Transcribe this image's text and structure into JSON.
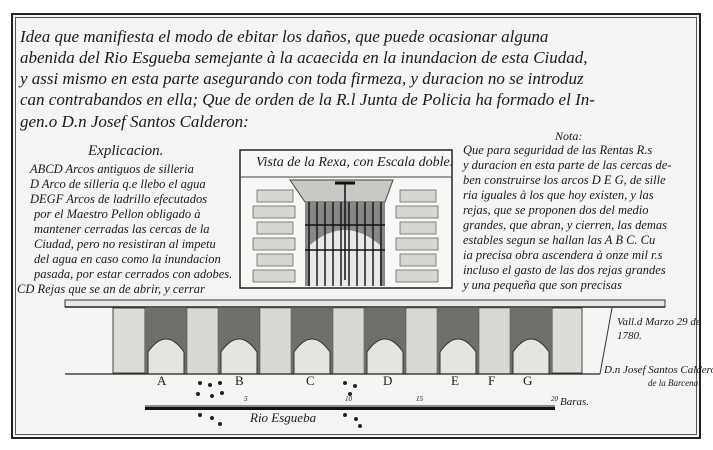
{
  "title_lines": [
    "Idea que manifiesta el modo de ebitar los daños, que puede ocasionar alguna",
    "abenida del Rio Esgueba semejante à la acaecida en la inundacion de esta Ciudad,",
    "y assi mismo en esta parte asegurando con toda firmeza, y duracion no se introduz",
    "can contrabandos en ella; Que de orden de la R.l Junta de Policia ha formado el In-",
    "gen.o D.n Josef Santos Calderon:"
  ],
  "explicacion": {
    "heading": "Explicacion.",
    "lines": [
      "ABCD Arcos antiguos de silleria",
      "D  Arco de silleria q.e llebo el agua",
      "DEGF Arcos de ladrillo efecutados",
      "por el Maestro Pellon obligado à",
      "mantener cerradas las cercas de la",
      "Ciudad, pero no resistiran al impetu",
      "del agua en caso como la inundacion",
      "pasada, por estar cerrados con adobes.",
      "CD Rejas que se an de abrir, y cerrar"
    ]
  },
  "nota": {
    "heading": "Nota:",
    "lines": [
      "Que para seguridad de las Rentas R.s",
      "y duracion en esta parte de las cercas de-",
      "ben construirse los arcos D E G, de sille",
      "ria iguales à los que hoy existen, y las",
      "rejas, que se proponen dos del medio",
      "grandes, que abran, y cierren, las demas",
      "estables segun se hallan las A B C. Cu",
      "ia precisa obra ascendera à onze mil r.s",
      "incluso el gasto de las dos rejas grandes",
      "y una pequeña que son precisas"
    ]
  },
  "grate_view": {
    "caption": "Vista de la Rexa, con Escala doble."
  },
  "elevation": {
    "arch_letters": [
      "A",
      "B",
      "C",
      "D",
      "E",
      "F",
      "G"
    ],
    "scale_ticks": [
      "5",
      "10",
      "15",
      "20"
    ],
    "scale_unit": "Baras.",
    "river_label": "Rio Esgueba"
  },
  "signature": {
    "place_date": "Vall.d Marzo 29 de",
    "year": "1780.",
    "name": "D.n Josef Santos Calderon",
    "name_line2": "de la Barcena"
  }
}
